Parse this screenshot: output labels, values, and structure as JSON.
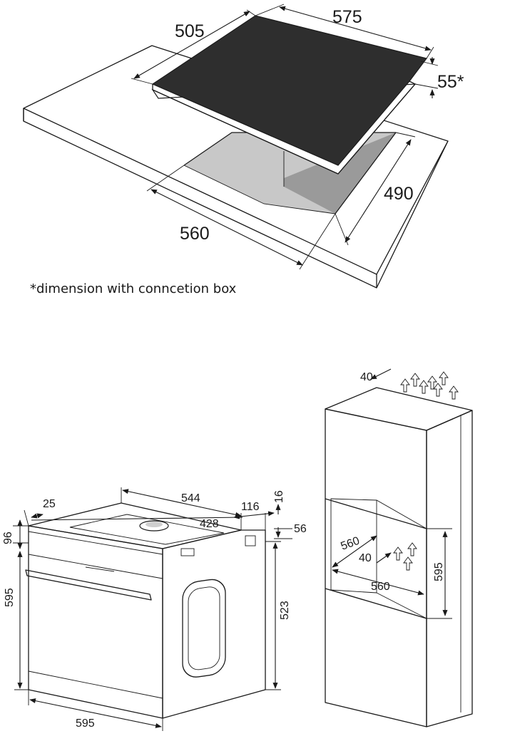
{
  "hob": {
    "dim_depth_top": "505",
    "dim_width_top": "575",
    "dim_height": "55*",
    "dim_cutout_depth": "490",
    "dim_cutout_width": "560",
    "note": "*dimension with conncetion box"
  },
  "oven": {
    "dim_25": "25",
    "dim_544": "544",
    "dim_116": "116",
    "dim_16": "16",
    "dim_428": "428",
    "dim_56": "56",
    "dim_96": "96",
    "dim_595_height": "595",
    "dim_523": "523",
    "dim_595_width": "595"
  },
  "cabinet": {
    "dim_40_top": "40",
    "dim_560_depth": "560",
    "dim_40_inner": "40",
    "dim_560_width": "560",
    "dim_595_opening": "595"
  }
}
